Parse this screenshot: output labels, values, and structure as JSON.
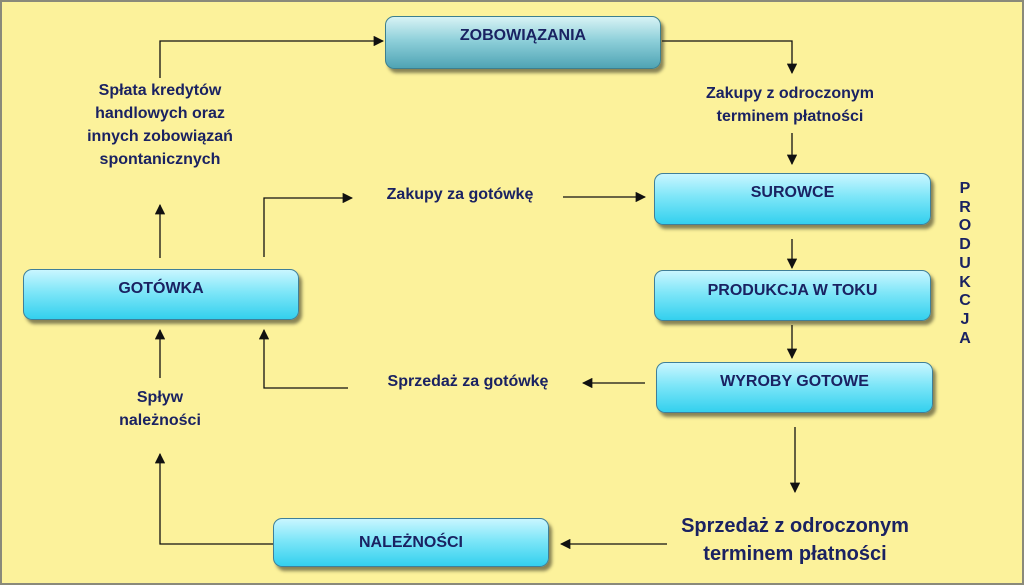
{
  "boxes": {
    "zobowiazania": "ZOBOWIĄZANIA",
    "surowce": "SUROWCE",
    "produkcja_w_toku": "PRODUKCJA W TOKU",
    "wyroby_gotowe": "WYROBY GOTOWE",
    "gotowka": "GOTÓWKA",
    "naleznosci": "NALEŻNOŚCI"
  },
  "labels": {
    "splata": "Spłata kredytów\nhandlowych oraz\ninnych zobowiązań\nspontanicznych",
    "zakupy_odroczone": "Zakupy z odroczonym\nterminem płatności",
    "zakupy_gotowka": "Zakupy za gotówkę",
    "sprzedaz_gotowka": "Sprzedaż za gotówkę",
    "splyw": "Spływ\nnależności",
    "sprzedaz_odroczona": "Sprzedaż z odroczonym\nterminem płatności"
  },
  "side_label": "PRODUKCJA",
  "colors": {
    "background": "#fcf29b",
    "box_light": "#7ee6f8",
    "box_teal": "#8fd0da",
    "text": "#1a2262"
  }
}
